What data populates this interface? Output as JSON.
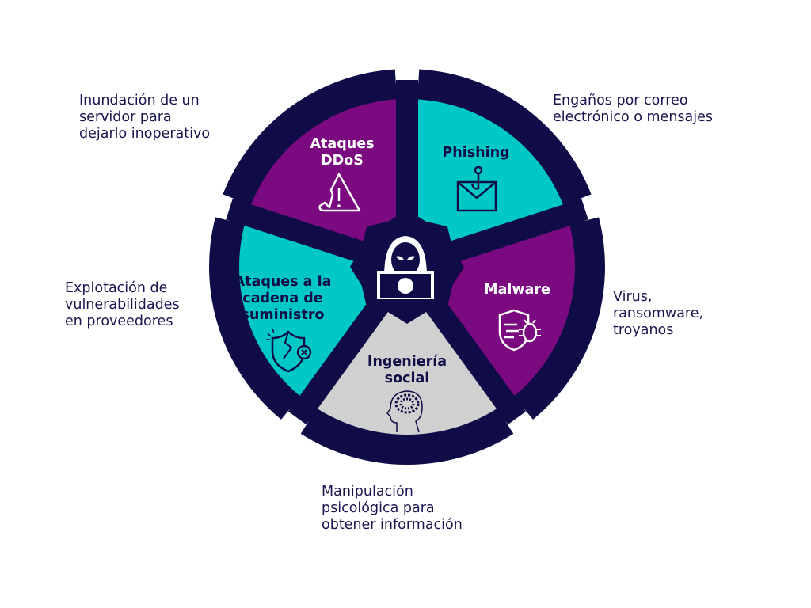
{
  "colors": {
    "navy": "#0f0c48",
    "purple": "#7b0a80",
    "cyan": "#00c8c6",
    "gray": "#d0d0d0",
    "white": "#ffffff"
  },
  "segments": [
    {
      "title": "Ataques\nDDoS",
      "description": "Inundación de un\nservidor para\ndejarlo inoperativo",
      "icon": "broken-warning-triangle-icon",
      "fill": "#7b0a80",
      "text_color": "#ffffff"
    },
    {
      "title": "Phishing",
      "description": "Engaños por correo\nelectrónico o mensajes",
      "icon": "envelope-hook-icon",
      "fill": "#00c8c6",
      "text_color": "#0f0c48"
    },
    {
      "title": "Malware",
      "description": "Virus,\nransomware,\ntroyanos",
      "icon": "shield-bug-icon",
      "fill": "#7b0a80",
      "text_color": "#ffffff"
    },
    {
      "title": "Ingeniería\nsocial",
      "description": "Manipulación\npsicológica para\nobtener información",
      "icon": "head-brain-icon",
      "fill": "#d0d0d0",
      "text_color": "#0f0c48"
    },
    {
      "title": "Ataques a la\ncadena de\nsuministro",
      "description": "Explotación de\nvulnerabilidades\nen proveedores",
      "icon": "broken-shield-icon",
      "fill": "#00c8c6",
      "text_color": "#0f0c48"
    }
  ],
  "center_icon": "hacker-laptop-icon"
}
